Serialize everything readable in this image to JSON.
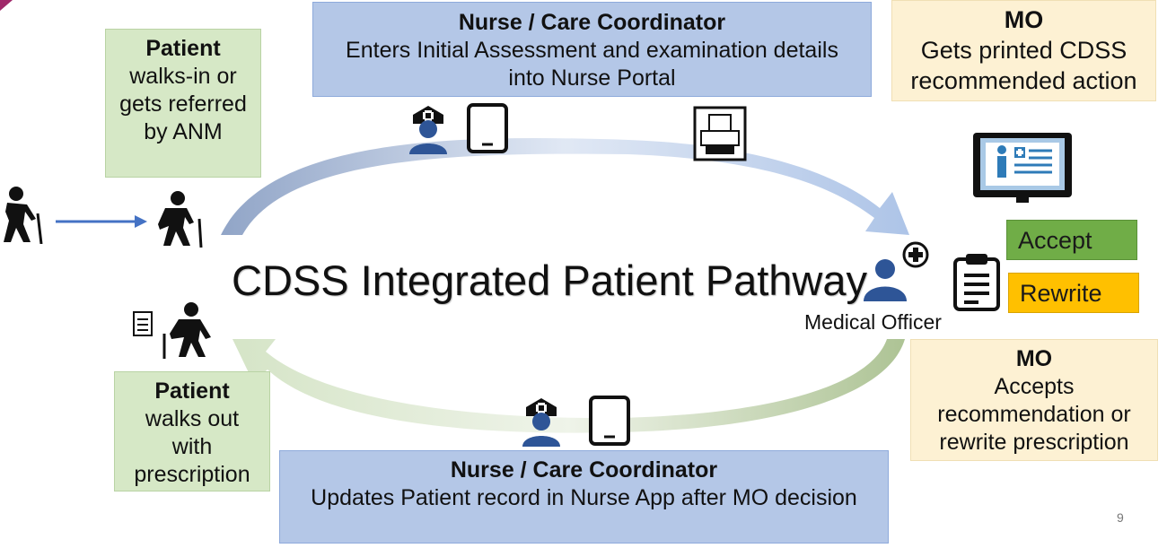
{
  "title": "CDSS Integrated Patient Pathway",
  "page_number": "9",
  "patient_in": {
    "title": "Patient",
    "lines": [
      "walks-in or",
      "gets referred",
      "by ANM"
    ]
  },
  "patient_out": {
    "title": "Patient",
    "lines": [
      "walks out",
      "with",
      "prescription"
    ]
  },
  "nurse_top": {
    "title": "Nurse / Care Coordinator",
    "lines": [
      "Enters Initial Assessment and examination details",
      "into Nurse Portal"
    ]
  },
  "nurse_bottom": {
    "title": "Nurse / Care Coordinator",
    "lines": [
      "Updates Patient record in Nurse App after MO decision"
    ]
  },
  "mo_top": {
    "title": "MO",
    "lines": [
      "Gets printed CDSS",
      "recommended action"
    ]
  },
  "mo_bottom": {
    "title": "MO",
    "lines": [
      "Accepts",
      "recommendation or",
      "rewrite prescription"
    ]
  },
  "medical_officer_label": "Medical Officer",
  "actions": {
    "accept": "Accept",
    "rewrite": "Rewrite"
  },
  "colors": {
    "green_box": "#d6e8c6",
    "blue_box": "#b4c7e7",
    "cream_box": "#fdf1d3",
    "accept": "#70ad47",
    "rewrite": "#ffc000",
    "icon_blue": "#2e5597",
    "arrow_blue": "#4472c4"
  },
  "icons": [
    "elderly-patient-icon",
    "arrow-right-icon",
    "nurse-icon",
    "tablet-icon",
    "printer-icon",
    "monitor-record-icon",
    "doctor-icon",
    "clipboard-icon",
    "document-icon"
  ]
}
